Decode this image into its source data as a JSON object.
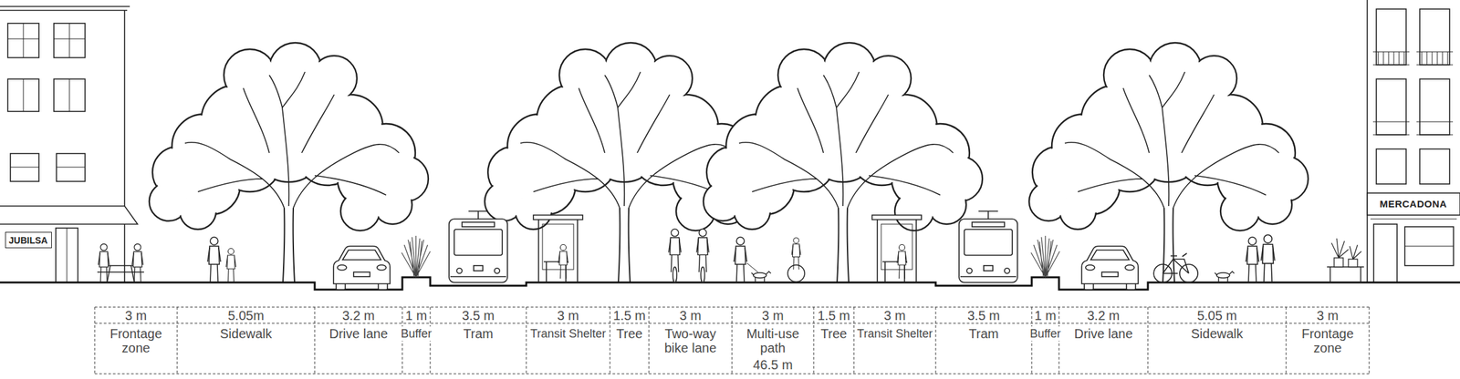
{
  "diagram": {
    "nodes": [
      {
        "text": [
          "JUBILSA"
        ]
      }
    ],
    "labels": [
      "3 m",
      "Frontage zone",
      "5.05m",
      "Sidewalk",
      "3.2 m",
      "Drive lane",
      "1 m",
      "Buffer",
      "3.5 m",
      "Tram",
      "3 m",
      "Transit Shelter",
      "1.5 m",
      "Tree",
      "3 m",
      "Two-way bike lane",
      "3 m",
      "Multi-use path",
      "46.5 m",
      "1.5 m",
      "Tree",
      "3 m",
      "Transit Shelter",
      "3.5 m",
      "Tram",
      "1 m",
      "Buffer",
      "3.2 m",
      "Drive lane",
      "5.05 m",
      "Sidewalk",
      "3 m",
      "Frontage zone",
      "MERCADONA"
    ]
  }
}
